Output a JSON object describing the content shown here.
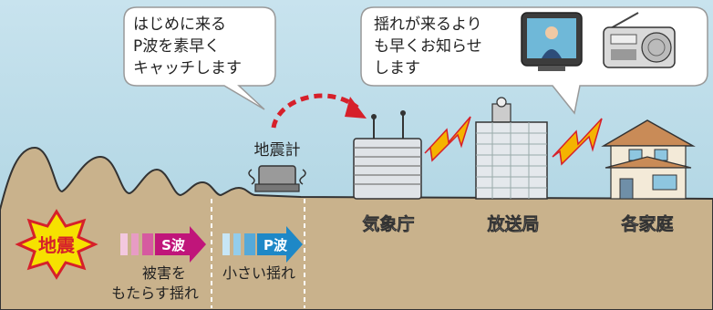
{
  "bubbles": {
    "left": {
      "lines": [
        "はじめに来る",
        "P波を素早く",
        "キャッチします"
      ]
    },
    "right": {
      "lines": [
        "揺れが来るより",
        "も早くお知らせ",
        "します"
      ]
    }
  },
  "seismometer": {
    "label": "地震計"
  },
  "facilities": [
    {
      "label": "気象庁"
    },
    {
      "label": "放送局"
    },
    {
      "label": "各家庭"
    }
  ],
  "earthquake": {
    "label": "地震"
  },
  "waves": {
    "s": {
      "label": "S波",
      "description_lines": [
        "被害を",
        "もたらす揺れ"
      ],
      "color": "#c0157a"
    },
    "p": {
      "label": "P波",
      "description_lines": [
        "小さい揺れ"
      ],
      "color": "#1e88c7"
    }
  },
  "colors": {
    "sky": "#b9dae6",
    "ground": "#c9b28c",
    "alert_arrow": "#d6202a",
    "signal": "#f4b300",
    "burst": "#f6e100"
  }
}
